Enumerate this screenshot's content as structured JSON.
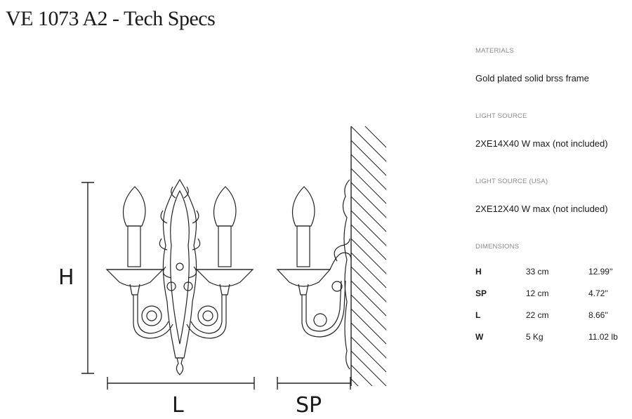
{
  "title": "VE 1073 A2 - Tech Specs",
  "drawing": {
    "label_h": "H",
    "label_l": "L",
    "label_sp": "SP"
  },
  "specs": [
    {
      "label": "MATERIALS",
      "value": "Gold plated solid brss frame"
    },
    {
      "label": "LIGHT SOURCE",
      "value": "2XE14X40 W max (not included)"
    },
    {
      "label": "LIGHT SOURCE (USA)",
      "value": "2XE12X40 W max (not included)"
    }
  ],
  "dimensions_label": "DIMENSIONS",
  "dimensions": [
    {
      "key": "H",
      "metric": "33 cm",
      "imperial": "12.99''"
    },
    {
      "key": "SP",
      "metric": "12 cm",
      "imperial": "4.72''"
    },
    {
      "key": "L",
      "metric": "22 cm",
      "imperial": "8.66''"
    },
    {
      "key": "W",
      "metric": "5 Kg",
      "imperial": "11.02 lb"
    }
  ]
}
